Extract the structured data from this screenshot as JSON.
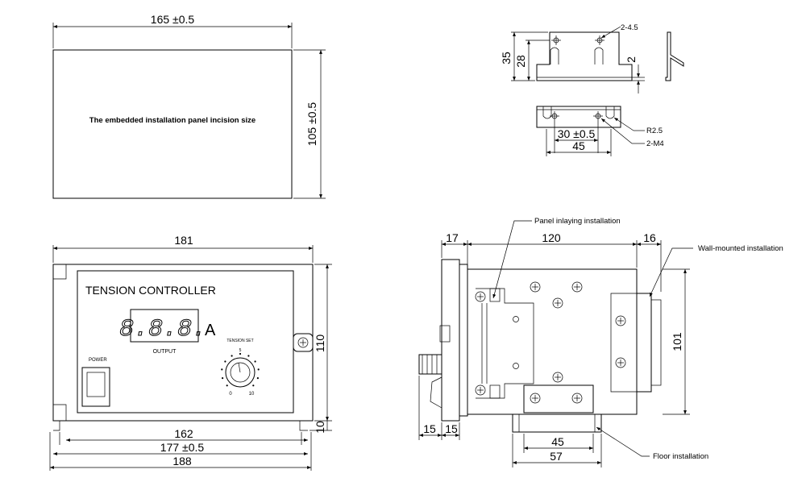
{
  "panel_cutout": {
    "width_dim": "165 ±0.5",
    "height_dim": "105 ±0.5",
    "caption": "The embedded installation panel incision size"
  },
  "bracket": {
    "hole_callout": "2-4.5",
    "dim_35": "35",
    "dim_28": "28",
    "dim_2": "2",
    "radius": "R2.5",
    "thread": "2-M4",
    "hole_spacing": "30 ±0.5",
    "width": "45"
  },
  "front_view": {
    "title": "TENSION CONTROLLER",
    "display_digits": "8.8.8.",
    "unit": "A",
    "output_label": "OUTPUT",
    "power_label": "POWER",
    "knob_label": "TENSION SET",
    "knob_min": "0",
    "knob_mid": "5",
    "knob_max": "10",
    "dim_181": "181",
    "dim_110": "110",
    "dim_10": "10",
    "dim_162": "162",
    "dim_177": "177 ±0.5",
    "dim_188": "188"
  },
  "side_view": {
    "panel_callout": "Panel inlaying installation",
    "wall_callout": "Wall-mounted installation",
    "floor_callout": "Floor installation",
    "dim_17": "17",
    "dim_120": "120",
    "dim_16": "16",
    "dim_101": "101",
    "dim_15a": "15",
    "dim_15b": "15",
    "dim_45": "45",
    "dim_57": "57"
  }
}
